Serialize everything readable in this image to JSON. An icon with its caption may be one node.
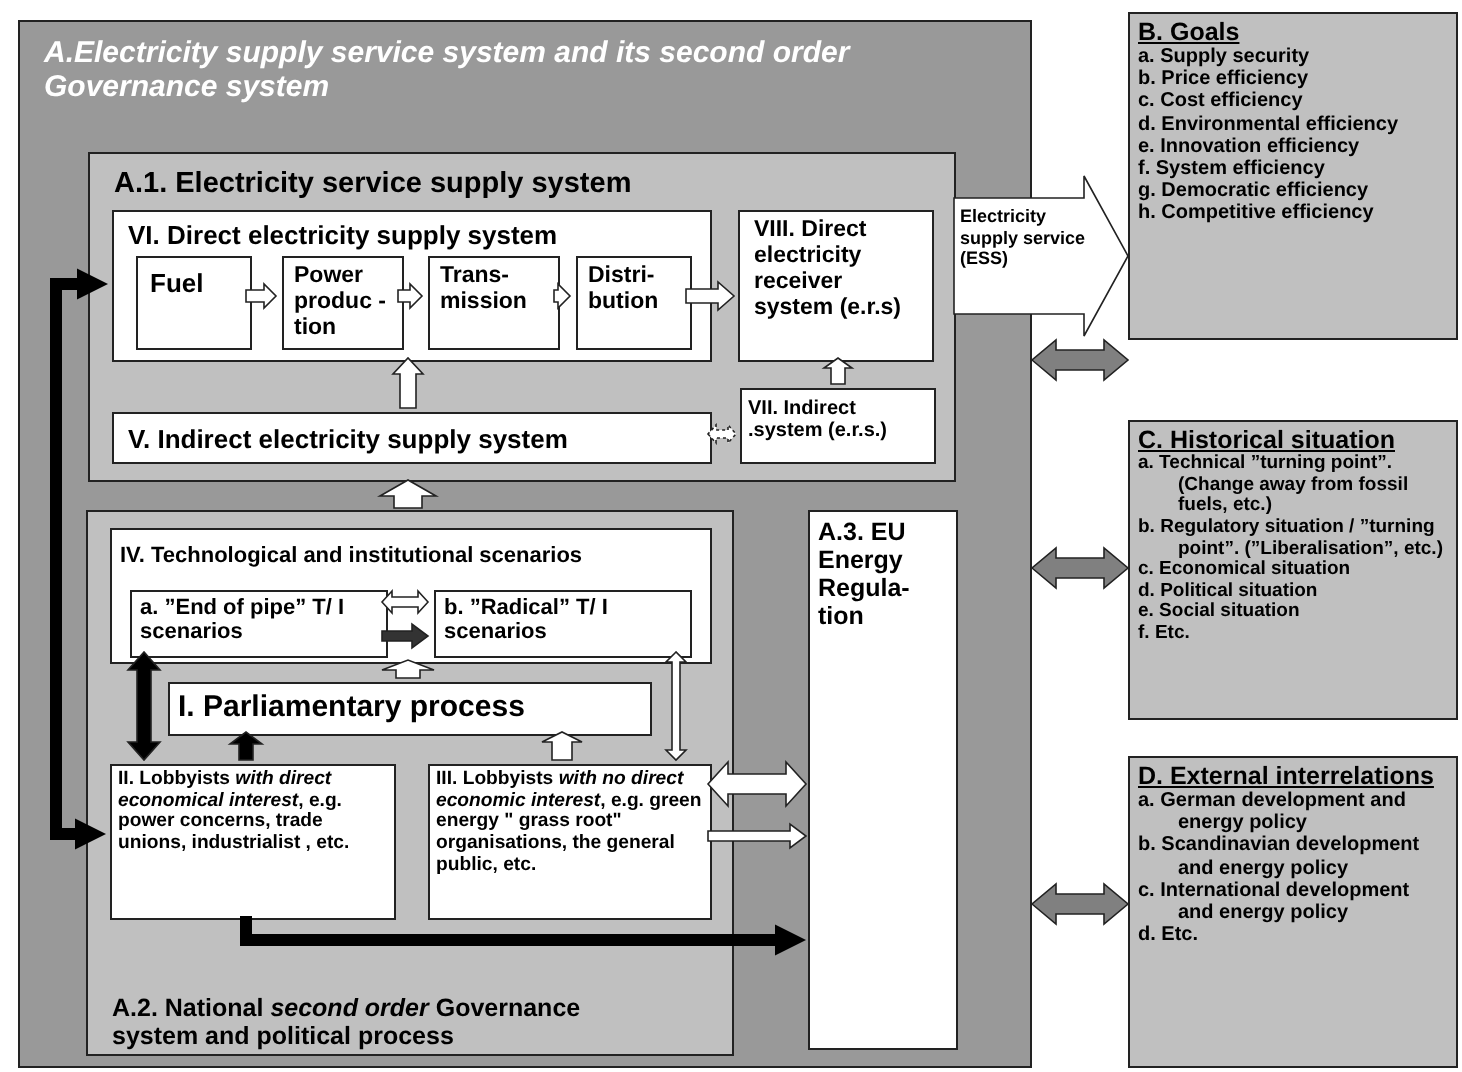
{
  "diagram": {
    "nodes": [
      {
        "text": [
          "A.Electricity supply service system and its second order Governance system"
        ]
      },
      {
        "text": [
          "A.1. Electricity service supply system"
        ],
        "in": 0
      },
      {
        "text": [
          "VI. Direct electricity supply system"
        ],
        "in": 1
      },
      {
        "text": [
          "Fuel"
        ],
        "in": 2
      },
      {
        "text": [
          "Power produc -tion"
        ],
        "in": 2
      },
      {
        "text": [
          "Trans- mission"
        ],
        "in": 2
      },
      {
        "text": [
          "Distri- bution"
        ],
        "in": 2
      },
      {
        "text": [
          "VIII. Direct electricity receiver system (e.r.s)"
        ],
        "in": 1
      },
      {
        "text": [
          "V. Indirect electricity supply system"
        ],
        "in": 1
      },
      {
        "text": [
          "VII. Indirect .system (e.r.s.)"
        ],
        "in": 1
      },
      {
        "text": [
          "A.2. National *second order* Governance system and political process"
        ],
        "in": 0
      },
      {
        "text": [
          "IV. Technological and institutional scenarios"
        ],
        "in": 10
      },
      {
        "text": [
          "a. ”End of pipe” T/ I scenarios"
        ],
        "in": 11
      },
      {
        "text": [
          "b. ”Radical” T/ I scenarios"
        ],
        "in": 11
      },
      {
        "text": [
          "I. Parliamentary process"
        ],
        "in": 10
      },
      {
        "text": [
          "II. Lobbyists *with direct economical interest*, e.g. power concerns, trade unions, industrialist , etc."
        ],
        "in": 10
      },
      {
        "text": [
          "III. Lobbyists *with no direct economic interest*, e.g. green energy \" grass root\" organisations, the general public, etc."
        ],
        "in": 10
      },
      {
        "text": [
          "A.3. EU Energy Regula- tion"
        ],
        "in": 0
      },
      {
        "text": [
          "B. Goals",
          "a. Supply security",
          "b. Price efficiency",
          "c. Cost efficiency",
          "d. Environmental efficiency",
          "e. Innovation efficiency",
          "f. System efficiency",
          "g. Democratic efficiency",
          "h. Competitive efficiency"
        ]
      },
      {
        "text": [
          "C. Historical situation",
          "a. Technical ”turning point”. (Change away from fossil fuels, etc.)",
          "b. Regulatory situation / ”turning point”. (”Liberalisation”, etc.)",
          "c. Economical situation",
          "d. Political situation",
          "e. Social situation",
          "f. Etc."
        ]
      },
      {
        "text": [
          "D. External interrelations",
          "a. German development and energy policy",
          "b. Scandinavian development and energy policy",
          "c. International development and energy policy",
          "d. Etc."
        ]
      }
    ],
    "edges": [
      {
        "from": 3,
        "to": 4,
        "arrow": "to"
      },
      {
        "from": 4,
        "to": 5,
        "arrow": "to"
      },
      {
        "from": 5,
        "to": 6,
        "arrow": "to"
      },
      {
        "from": 6,
        "to": 7,
        "arrow": "to"
      },
      {
        "from": 8,
        "to": 2,
        "arrow": "to"
      },
      {
        "from": 9,
        "to": 7,
        "arrow": "to"
      },
      {
        "from": 8,
        "to": 9,
        "arrow": "both",
        "style": "dashed"
      },
      {
        "from": 1,
        "to": 18,
        "arrow": "to",
        "label": "Electricity supply service (ESS)"
      },
      {
        "from": 0,
        "to": 18,
        "arrow": "both",
        "color": "#808080"
      },
      {
        "from": 0,
        "to": 19,
        "arrow": "both",
        "color": "#808080"
      },
      {
        "from": 0,
        "to": 20,
        "arrow": "both",
        "color": "#808080"
      },
      {
        "from": 10,
        "to": 1,
        "arrow": "to"
      },
      {
        "from": 12,
        "to": 13,
        "arrow": "both"
      },
      {
        "from": 12,
        "to": 13,
        "arrow": "to",
        "color": "#333333"
      },
      {
        "from": 14,
        "to": 11,
        "arrow": "to"
      },
      {
        "from": 12,
        "to": 15,
        "arrow": "both",
        "color": "#000000"
      },
      {
        "from": 15,
        "to": 14,
        "arrow": "to",
        "color": "#000000"
      },
      {
        "from": 16,
        "to": 14,
        "arrow": "to"
      },
      {
        "from": 13,
        "to": 16,
        "arrow": "both"
      },
      {
        "from": 16,
        "to": 17,
        "arrow": "both"
      },
      {
        "from": 16,
        "to": 17,
        "arrow": "to"
      },
      {
        "from": 15,
        "to": 17,
        "arrow": "to",
        "color": "#000000"
      },
      {
        "from": 2,
        "to": 15,
        "arrow": "both",
        "color": "#000000"
      }
    ]
  }
}
